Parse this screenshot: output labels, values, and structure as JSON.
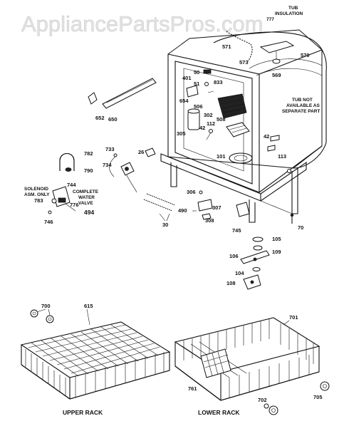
{
  "watermark": "AppliancePartsPros.com",
  "top_notes": {
    "tub_line1": "TUB",
    "tub_line2": "INSULATION",
    "ref": "777"
  },
  "side_note": {
    "l1": "TUB NOT",
    "l2": "AVAILABLE AS",
    "l3": "SEPARATE PART"
  },
  "valve_note": {
    "l1": "SOLENOID",
    "l2": "ASM. ONLY",
    "l3": "COMPLETE",
    "l4": "WATER",
    "l5": "VALVE"
  },
  "captions": {
    "upper_rack": "UPPER RACK",
    "lower_rack": "LOWER RACK"
  },
  "callouts": {
    "c571": "571",
    "c573": "573",
    "c570": "570",
    "c569": "569",
    "c50": "50",
    "c51": "51",
    "c833": "833",
    "c401": "401",
    "c654": "654",
    "c506": "506",
    "c302": "302",
    "c112": "112",
    "c508": "508",
    "c42a": "42",
    "c305": "305",
    "c101": "101",
    "c42b": "42",
    "c113": "113",
    "c652": "652",
    "c650": "650",
    "c782": "782",
    "c790": "790",
    "c733": "733",
    "c26": "26",
    "c734": "734",
    "c744": "744",
    "c783": "783",
    "c776": "776",
    "c494": "494",
    "c746": "746",
    "c306": "306",
    "c307": "307",
    "c490": "490",
    "c308": "308",
    "c30": "30",
    "c745": "745",
    "c70": "70",
    "c105": "105",
    "c109": "109",
    "c106": "106",
    "c104": "104",
    "c108": "108",
    "c700": "700",
    "c615": "615",
    "c701": "701",
    "c761": "761",
    "c705": "705",
    "c702": "702"
  }
}
